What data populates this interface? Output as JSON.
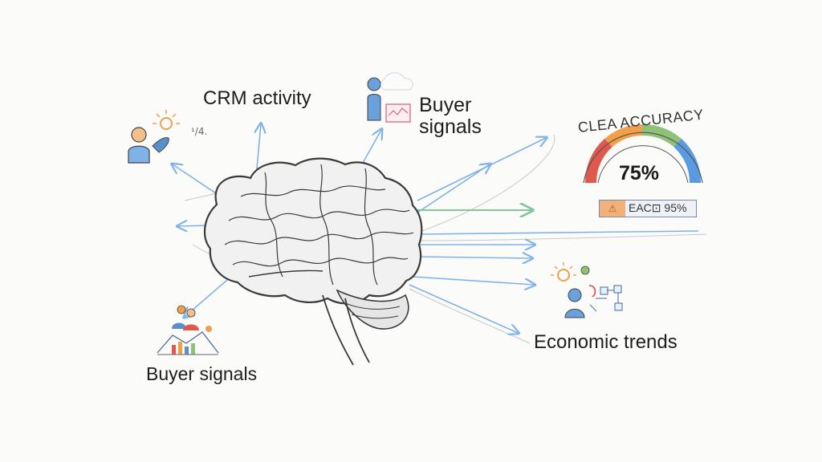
{
  "labels": {
    "crm_activity": "CRM activity",
    "buyer_signals_top_line1": "Buyer",
    "buyer_signals_top_line2": "signals",
    "buyer_signals_bottom": "Buyer signals",
    "economic_trends": "Economic trends",
    "tick_note": "¹/4."
  },
  "gauge": {
    "title": "CLEA ACCURACY",
    "value_text": "75%",
    "value": 0.75,
    "segment_colors": [
      "#e0594e",
      "#f0a04a",
      "#8fc276",
      "#5a9ae0"
    ]
  },
  "badge": {
    "icon_text": "⚠",
    "text": "EAC⊡ 95%"
  },
  "colors": {
    "arrow_blue": "#7fb3e8",
    "arrow_green": "#86c49a",
    "pencil": "#3a3a3a"
  },
  "icons": [
    "person-sun-icon",
    "person-chart-icon",
    "people-chart-icon",
    "economic-figures-icon"
  ]
}
